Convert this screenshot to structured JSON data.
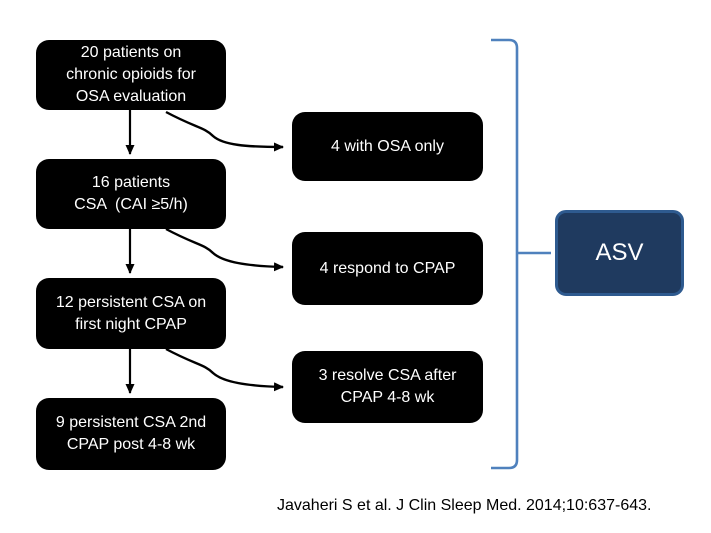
{
  "colors": {
    "background": "#ffffff",
    "flow_box_fill": "#000000",
    "flow_box_text": "#ffffff",
    "arrow": "#000000",
    "bracket": "#4f81bd",
    "outcome_fill": "#1f3a5f",
    "outcome_border": "#2e5a8f",
    "outcome_text": "#ffffff",
    "citation_text": "#000000"
  },
  "flowchart": {
    "left_boxes": [
      {
        "text": "20 patients on\nchronic opioids for\nOSA evaluation"
      },
      {
        "text": "16 patients\nCSA  (CAI ≥5/h)"
      },
      {
        "text": "12 persistent CSA on\nfirst night CPAP"
      },
      {
        "text": "9 persistent CSA 2nd\nCPAP post 4-8 wk"
      }
    ],
    "branch_boxes": [
      {
        "text": "4 with OSA only"
      },
      {
        "text": "4 respond to CPAP"
      },
      {
        "text": "3 resolve CSA after\nCPAP 4-8 wk"
      }
    ],
    "outcome_box": {
      "label": "ASV"
    }
  },
  "citation": "Javaheri S et al. J Clin Sleep Med. 2014;10:637-643."
}
